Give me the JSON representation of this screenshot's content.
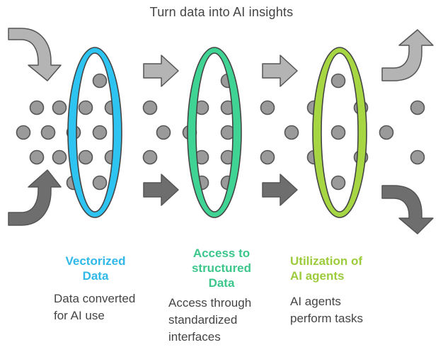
{
  "title": "Turn data into AI insights",
  "colors": {
    "ring1": "#2ec4f2",
    "ring2": "#3fd493",
    "ring3": "#a6d642",
    "arrow_light": "#b4b4b4",
    "arrow_dark": "#6e6e6e"
  },
  "stages": [
    {
      "title": "Vectorized Data",
      "title_lines": [
        "Vectorized",
        "Data"
      ],
      "description": [
        "Data converted",
        "for AI use"
      ],
      "color": "#2fb8e8"
    },
    {
      "title": "Access to structured Data",
      "title_lines": [
        "Access to",
        "structured",
        "Data"
      ],
      "description": [
        "Access through",
        "standardized",
        "interfaces"
      ],
      "color": "#3cc68c"
    },
    {
      "title": "Utilization of AI agents",
      "title_lines": [
        "Utilization of",
        "AI agents"
      ],
      "description": [
        "AI agents",
        "perform tasks"
      ],
      "color": "#9ccb3c"
    }
  ]
}
